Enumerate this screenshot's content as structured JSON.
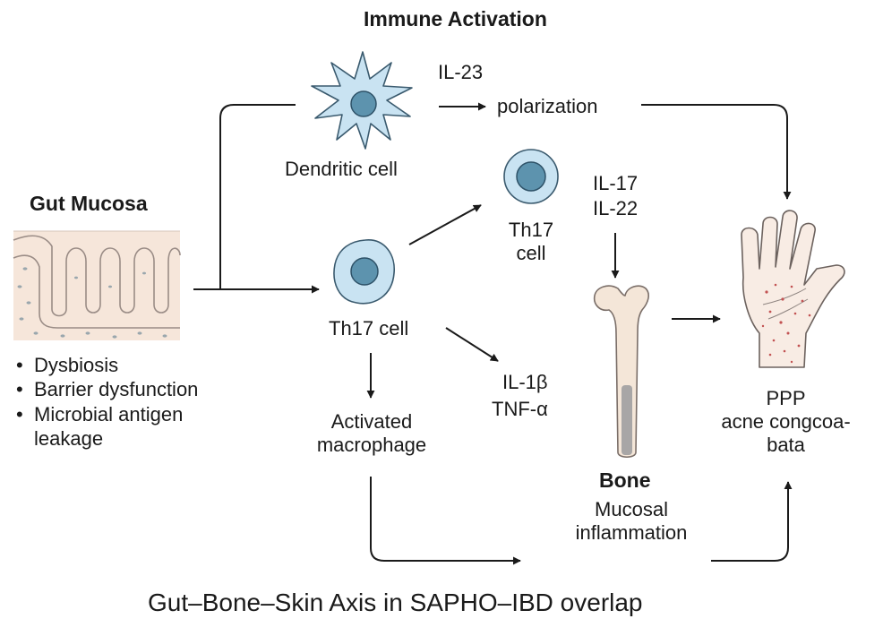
{
  "title": "Immune Activation",
  "footer_caption": "Gut–Bone–Skin Axis in SAPHO–IBD overlap",
  "gut": {
    "heading": "Gut Mucosa",
    "factors": [
      "Dysbiosis",
      "Barrier dysfunction",
      "Microbial antigen",
      "leakage"
    ]
  },
  "immune": {
    "dendritic_cell": "Dendritic cell",
    "il23": "IL-23",
    "polarization": "polarization",
    "th17_center": "Th17 cell",
    "th17_top_line1": "Th17",
    "th17_top_line2": "cell",
    "il17": "IL-17",
    "il22": "IL-22",
    "il1b": "IL-1β",
    "tnfa": "TNF-α",
    "macrophage_line1": "Activated",
    "macrophage_line2": "macrophage"
  },
  "bone": {
    "heading": "Bone",
    "line1": "Mucosal",
    "line2": "inflammation"
  },
  "skin": {
    "line1": "PPP",
    "line2": "acne congcoa-",
    "line3": "bata"
  },
  "colors": {
    "cell_fill": "#c9e3f2",
    "cell_nucleus": "#5d93ae",
    "tissue_fill": "#f5e3d8",
    "bone_fill": "#f4e6d8",
    "arrow": "#1a1a1a"
  }
}
